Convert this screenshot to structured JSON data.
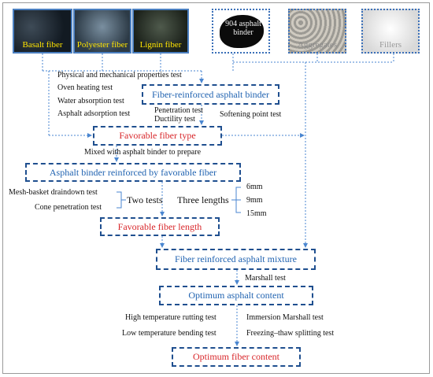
{
  "materials": [
    {
      "id": "basalt",
      "label": "Basalt fiber"
    },
    {
      "id": "polyester",
      "label": "Polyester fiber"
    },
    {
      "id": "lignin",
      "label": "Lignin fiber"
    },
    {
      "id": "binder",
      "label": "904 asphalt binder"
    },
    {
      "id": "aggregate",
      "label": "Aggregates"
    },
    {
      "id": "filler",
      "label": "Fillers"
    }
  ],
  "tests": {
    "physical": "Physical and mechanical properties test",
    "oven": "Oven heating test",
    "water": "Water absorption test",
    "adsorption": "Asphalt adsorption test",
    "penetration": "Penetration test",
    "ductility": "Ductility test",
    "softening": "Softening point test",
    "mixed": "Mixed with asphalt binder to prepare",
    "mesh": "Mesh-basket draindown test",
    "cone": "Cone penetration test",
    "two_tests": "Two tests",
    "three_lengths": "Three lengths",
    "len6": "6mm",
    "len9": "9mm",
    "len15": "15mm",
    "marshall": "Marshall test",
    "rutting": "High temperature rutting test",
    "immersion": "Immersion Marshall test",
    "bending": "Low temperature bending test",
    "freezing": "Freezing–thaw splitting test"
  },
  "boxes": {
    "fiber_binder": "Fiber-reinforced asphalt binder",
    "favorable_type": "Favorable fiber type",
    "reinforced_binder": "Asphalt binder reinforced by favorable fiber",
    "favorable_length": "Favorable fiber length",
    "mixture": "Fiber reinforced asphalt mixture",
    "optimum_asphalt": "Optimum asphalt content",
    "optimum_fiber": "Optimum fiber content"
  },
  "colors": {
    "box_border": "#1f4f8f",
    "blue_text": "#1f62b0",
    "red_text": "#d8262a",
    "arrow": "#4a86d0"
  }
}
